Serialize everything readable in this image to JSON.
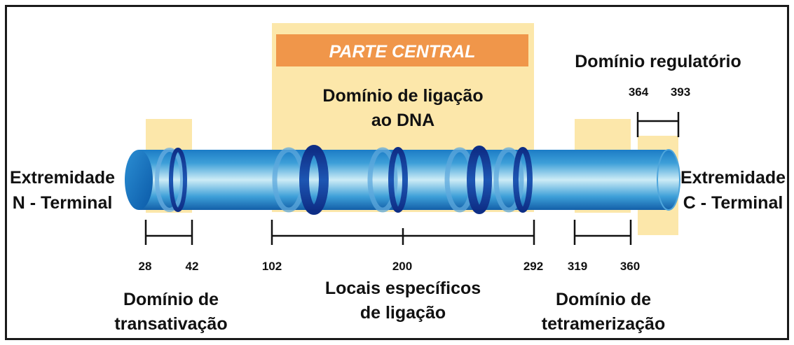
{
  "banner": {
    "label": "PARTE CENTRAL",
    "color": "#f0964a"
  },
  "colors": {
    "highlight": "#fce7aa",
    "tube_light": "#a8dcf2",
    "tube_mid": "#3d9fd8",
    "tube_dark": "#11297f"
  },
  "labels": {
    "n_terminal": [
      "Extremidade",
      "N - Terminal"
    ],
    "c_terminal": [
      "Extremidade",
      "C - Terminal"
    ],
    "dna_binding": [
      "Domínio de ligação",
      "ao DNA"
    ],
    "regulatory": "Domínio regulatório",
    "transactivation": [
      "Domínio de",
      "transativação"
    ],
    "binding_sites": [
      "Locais específicos",
      "de ligação"
    ],
    "tetramerization": [
      "Domínio de",
      "tetramerização"
    ]
  },
  "positions": [
    "28",
    "42",
    "102",
    "200",
    "292",
    "319",
    "360",
    "364",
    "393"
  ]
}
